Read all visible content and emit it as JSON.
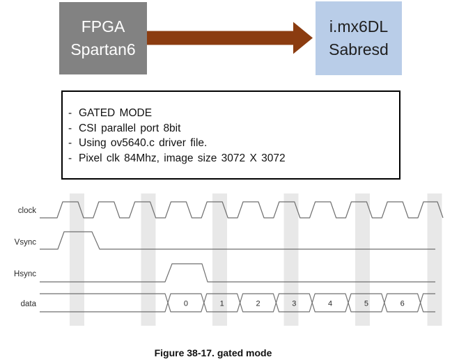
{
  "flow": {
    "source_box": {
      "lines": [
        "FPGA",
        "Spartan6"
      ],
      "bg": "#828282",
      "text_color": "#ffffff"
    },
    "arrow": {
      "color": "#8b3c10"
    },
    "target_box": {
      "lines": [
        "i.mx6DL",
        "Sabresd"
      ],
      "bg": "#b9cde8",
      "text_color": "#1f1f1f"
    }
  },
  "notes": {
    "bullet": "-",
    "items": [
      "GATED MODE",
      "CSI parallel port 8bit",
      "Using ov5640.c driver file.",
      "Pixel clk 84Mhz, image size 3072 X 3072"
    ]
  },
  "timing": {
    "signals": [
      "clock",
      "Vsync",
      "Hsync",
      "data"
    ],
    "data_values": [
      "0",
      "1",
      "2",
      "3",
      "4",
      "5",
      "6"
    ],
    "line_color": "#6f6f6f",
    "label_color": "#2b2b2b",
    "band_color": "#e8e8e8"
  },
  "caption": "Figure 38-17. gated mode"
}
